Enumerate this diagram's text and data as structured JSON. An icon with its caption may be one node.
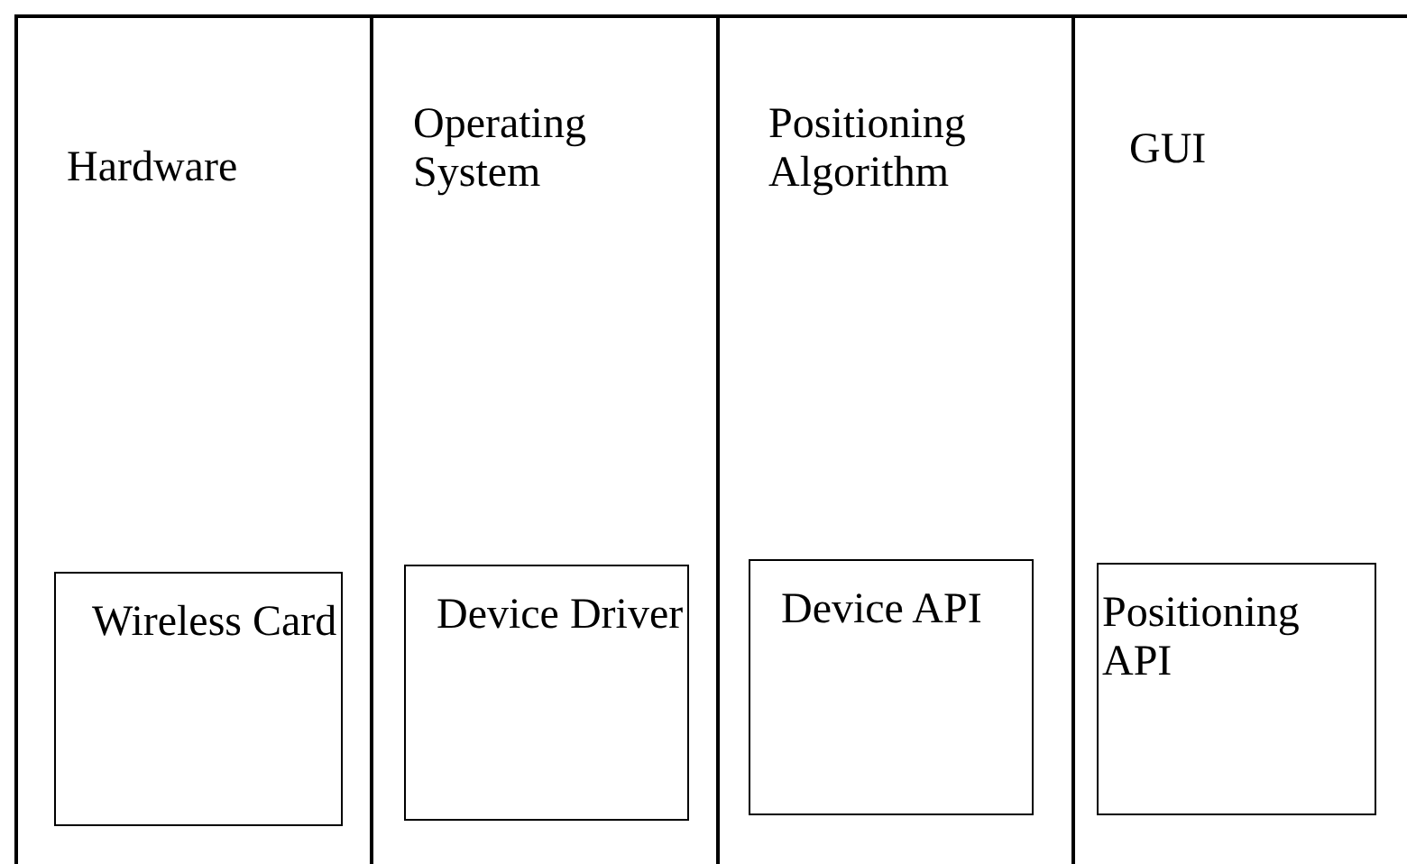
{
  "diagram": {
    "nodes": [
      {
        "text": [
          "Hardware"
        ]
      },
      {
        "text": [
          "Wireless Card"
        ],
        "in": 0
      },
      {
        "text": [
          "Operating System"
        ]
      },
      {
        "text": [
          "Device Driver"
        ],
        "in": 2
      },
      {
        "text": [
          "Positioning Algorithm"
        ]
      },
      {
        "text": [
          "Device API"
        ],
        "in": 4
      },
      {
        "text": [
          "GUI"
        ]
      },
      {
        "text": [
          "Positioning API"
        ],
        "in": 6
      }
    ]
  }
}
